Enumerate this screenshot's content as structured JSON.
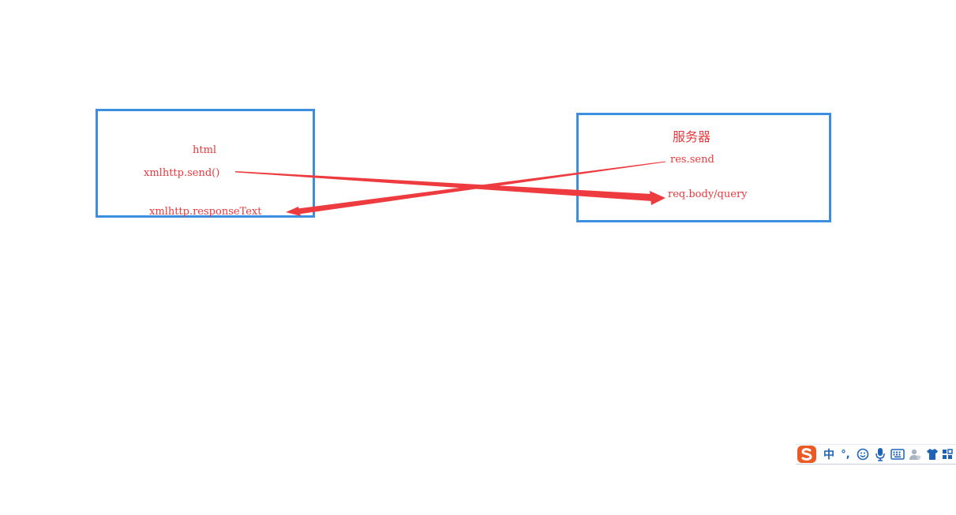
{
  "client": {
    "title": "html",
    "send_call": "xmlhttp.send()",
    "response_prop": "xmlhttp.responseText"
  },
  "server": {
    "title": "服务器",
    "response_call": "res.send",
    "request_data": "req.body/query"
  },
  "colors": {
    "box_border": "#3c8fe0",
    "label_text": "#e8393d",
    "arrow": "#ee3b3f",
    "ime_blue": "#1f63b5",
    "ime_logo": "#ec5a24"
  },
  "ime_toolbar": {
    "logo_icon": "sogou-s-icon",
    "language": "中",
    "punctuation": "°,",
    "emoji_icon": "smiley-icon",
    "voice_icon": "microphone-icon",
    "keyboard_icon": "keyboard-icon",
    "user_icon": "user-icon",
    "skin_icon": "shirt-icon",
    "menu_icon": "grid-menu-icon"
  }
}
